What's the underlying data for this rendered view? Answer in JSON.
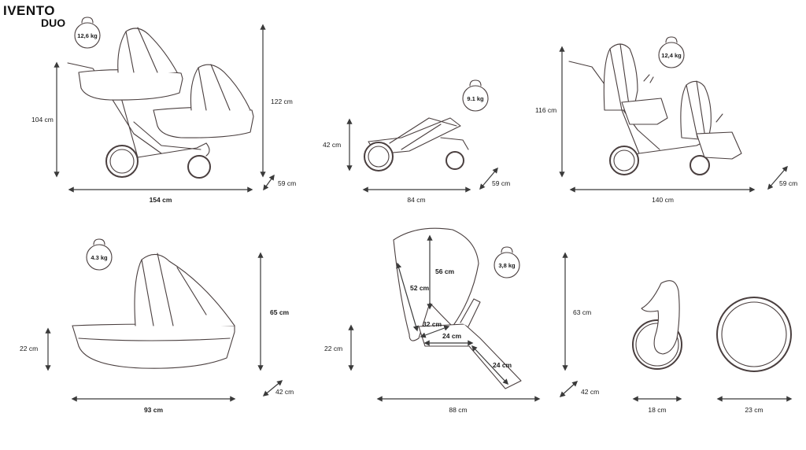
{
  "brand": {
    "name": "IVENTO",
    "subname": "DUO"
  },
  "colors": {
    "line": "#3a3a3a",
    "sketch": "#4a3f3f",
    "background": "#ffffff"
  },
  "weights": {
    "twin_carrycot": "12,6 kg",
    "chassis": "9.1 kg",
    "twin_seats": "12,4 kg",
    "carrycot": "4.3 kg",
    "seat_unit": "3,8 kg"
  },
  "twin_carrycot_dims": {
    "height": "122 cm",
    "handle_height": "104 cm",
    "length": "154 cm",
    "width": "59 cm"
  },
  "chassis_dims": {
    "height": "42 cm",
    "length": "84 cm",
    "width": "59 cm"
  },
  "twin_seats_dims": {
    "height": "116 cm",
    "length": "140 cm",
    "width": "59 cm"
  },
  "carrycot_dims": {
    "height": "65 cm",
    "depth": "22 cm",
    "length": "93 cm",
    "width": "42 cm"
  },
  "seat_unit_dims": {
    "backrest": "56 cm",
    "back_length": "52 cm",
    "seat_width": "32 cm",
    "seat_depth": "24 cm",
    "footrest": "24 cm",
    "seat_height": "22 cm",
    "length": "88 cm",
    "height": "63 cm",
    "width": "42 cm"
  },
  "wheel_dims": {
    "front_wheel": "18 cm",
    "rear_wheel": "23 cm"
  }
}
